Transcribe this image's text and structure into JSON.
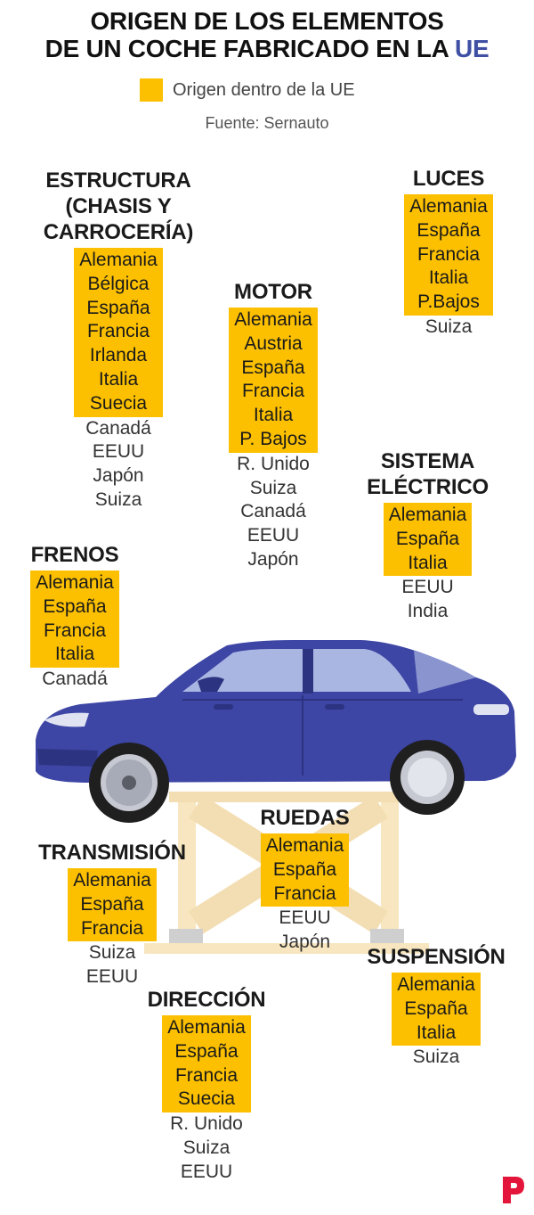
{
  "title": {
    "line1": "ORIGEN DE LOS ELEMENTOS",
    "line2_prefix": "DE UN COCHE FABRICADO EN LA",
    "line2_highlight": "UE"
  },
  "legend": {
    "label": "Origen dentro de la UE",
    "swatch_color": "#fcc000"
  },
  "source": "Fuente: Sernauto",
  "colors": {
    "eu_highlight": "#fcc000",
    "accent_ue": "#3f4fa3",
    "car_body": "#3d45a5",
    "logo": "#e3153a"
  },
  "groups": {
    "estructura": {
      "title_lines": [
        "ESTRUCTURA",
        "(CHASIS Y",
        "CARROCERÍA)"
      ],
      "eu": [
        "Alemania",
        "Bélgica",
        "España",
        "Francia",
        "Irlanda",
        "Italia",
        "Suecia"
      ],
      "other": [
        "Canadá",
        "EEUU",
        "Japón",
        "Suiza"
      ]
    },
    "motor": {
      "title_lines": [
        "MOTOR"
      ],
      "eu": [
        "Alemania",
        "Austria",
        "España",
        "Francia",
        "Italia",
        "P. Bajos"
      ],
      "other": [
        "R. Unido",
        "Suiza",
        "Canadá",
        "EEUU",
        "Japón"
      ]
    },
    "luces": {
      "title_lines": [
        "LUCES"
      ],
      "eu": [
        "Alemania",
        "España",
        "Francia",
        "Italia",
        "P.Bajos"
      ],
      "other": [
        "Suiza"
      ]
    },
    "sistema_electrico": {
      "title_lines": [
        "SISTEMA",
        "ELÉCTRICO"
      ],
      "eu": [
        "Alemania",
        "España",
        "Italia"
      ],
      "other": [
        "EEUU",
        "India"
      ]
    },
    "frenos": {
      "title_lines": [
        "FRENOS"
      ],
      "eu": [
        "Alemania",
        "España",
        "Francia",
        "Italia"
      ],
      "other": [
        "Canadá"
      ]
    },
    "ruedas": {
      "title_lines": [
        "RUEDAS"
      ],
      "eu": [
        "Alemania",
        "España",
        "Francia"
      ],
      "other": [
        "EEUU",
        "Japón"
      ]
    },
    "transmision": {
      "title_lines": [
        "TRANSMISIÓN"
      ],
      "eu": [
        "Alemania",
        "España",
        "Francia"
      ],
      "other": [
        "Suiza",
        "EEUU"
      ]
    },
    "suspension": {
      "title_lines": [
        "SUSPENSIÓN"
      ],
      "eu": [
        "Alemania",
        "España",
        "Italia"
      ],
      "other": [
        "Suiza"
      ]
    },
    "direccion": {
      "title_lines": [
        "DIRECCIÓN"
      ],
      "eu": [
        "Alemania",
        "España",
        "Francia",
        "Suecia"
      ],
      "other": [
        "R. Unido",
        "Suiza",
        "EEUU"
      ]
    }
  }
}
